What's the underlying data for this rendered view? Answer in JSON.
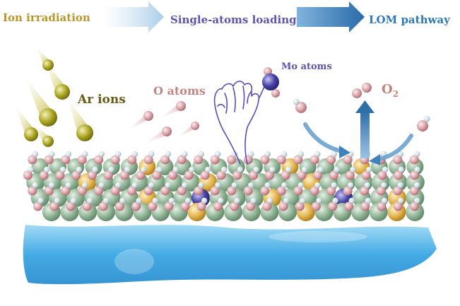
{
  "header": {
    "steps": [
      {
        "label": "Ion irradiation",
        "color": "#b8962b"
      },
      {
        "label": "Single-atoms loading",
        "color": "#5b55b0"
      },
      {
        "label": "LOM pathway",
        "color": "#2f78b8"
      }
    ]
  },
  "labels": {
    "ar_ions": "Ar ions",
    "o_atoms": "O atoms",
    "mo_atoms": "Mo atoms",
    "o2_main": "O",
    "o2_sub": "2"
  },
  "colors": {
    "ar": "#a9a21f",
    "o_atom": "#d9a0a6",
    "mo_atom": "#4a45a8",
    "slab_green": "#8fb394",
    "slab_gold": "#e1b24a",
    "h_atom": "#c9d9df",
    "water": "#3aa6e3",
    "arrow": "#3d82bb"
  },
  "icons": [
    "hand-icon"
  ]
}
